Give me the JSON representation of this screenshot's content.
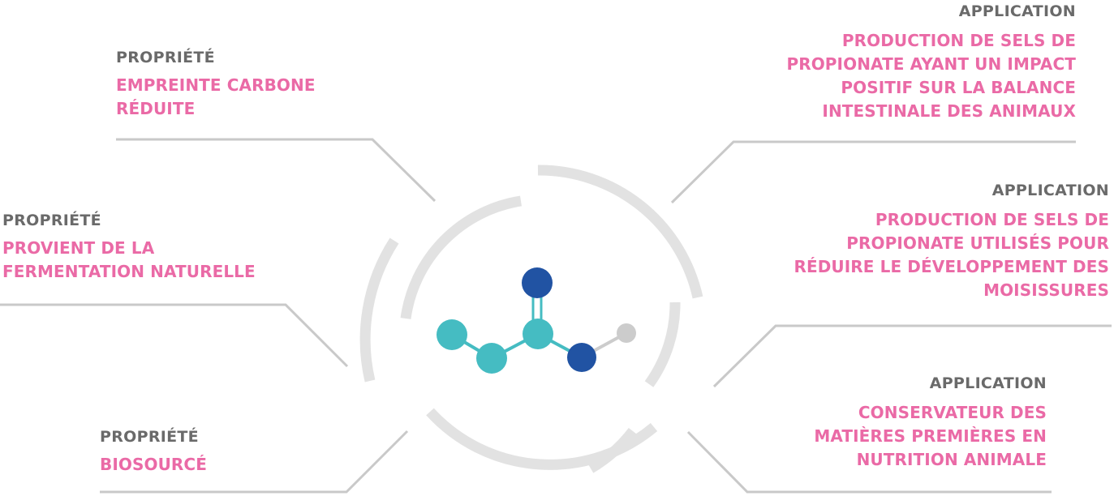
{
  "colors": {
    "accent": "#ea6aa6",
    "label": "#6a6a6a",
    "line": "#c9c9c9",
    "ring": "#e2e2e2",
    "teal": "#45bcc2",
    "navy": "#2153a3",
    "grey_atom": "#cccccc"
  },
  "left": [
    {
      "label": "PROPRIÉTÉ",
      "lines": [
        "EMPREINTE CARBONE",
        "RÉDUITE"
      ]
    },
    {
      "label": "PROPRIÉTÉ",
      "lines": [
        "PROVIENT DE LA",
        "FERMENTATION NATURELLE"
      ]
    },
    {
      "label": "PROPRIÉTÉ",
      "lines": [
        "BIOSOURCÉ"
      ]
    }
  ],
  "right": [
    {
      "label": "APPLICATION",
      "lines": [
        "PRODUCTION DE SELS DE",
        "PROPIONATE AYANT UN IMPACT",
        "POSITIF SUR LA BALANCE",
        "INTESTINALE DES ANIMAUX"
      ]
    },
    {
      "label": "APPLICATION",
      "lines": [
        "PRODUCTION DE SELS DE",
        "PROPIONATE UTILISÉS POUR",
        "RÉDUIRE LE DÉVELOPPEMENT DES",
        "MOISISSURES"
      ]
    },
    {
      "label": "APPLICATION",
      "lines": [
        "CONSERVATEUR DES",
        "MATIÈRES PREMIÈRES EN",
        "NUTRITION ANIMALE"
      ]
    }
  ]
}
